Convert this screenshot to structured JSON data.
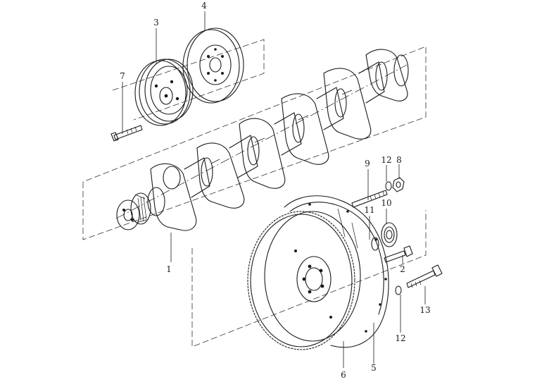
{
  "callouts": [
    {
      "id": "c1",
      "text": "1"
    },
    {
      "id": "c2",
      "text": "2"
    },
    {
      "id": "c3",
      "text": "3"
    },
    {
      "id": "c4",
      "text": "4"
    },
    {
      "id": "c5",
      "text": "5"
    },
    {
      "id": "c6",
      "text": "6"
    },
    {
      "id": "c7",
      "text": "7"
    },
    {
      "id": "c8",
      "text": "8"
    },
    {
      "id": "c9",
      "text": "9"
    },
    {
      "id": "c10",
      "text": "10"
    },
    {
      "id": "c11",
      "text": "11"
    },
    {
      "id": "c12a",
      "text": "12"
    },
    {
      "id": "c12b",
      "text": "12"
    },
    {
      "id": "c13",
      "text": "13"
    }
  ],
  "colors": {
    "ink": "#1a1a1a",
    "paper": "#ffffff"
  }
}
